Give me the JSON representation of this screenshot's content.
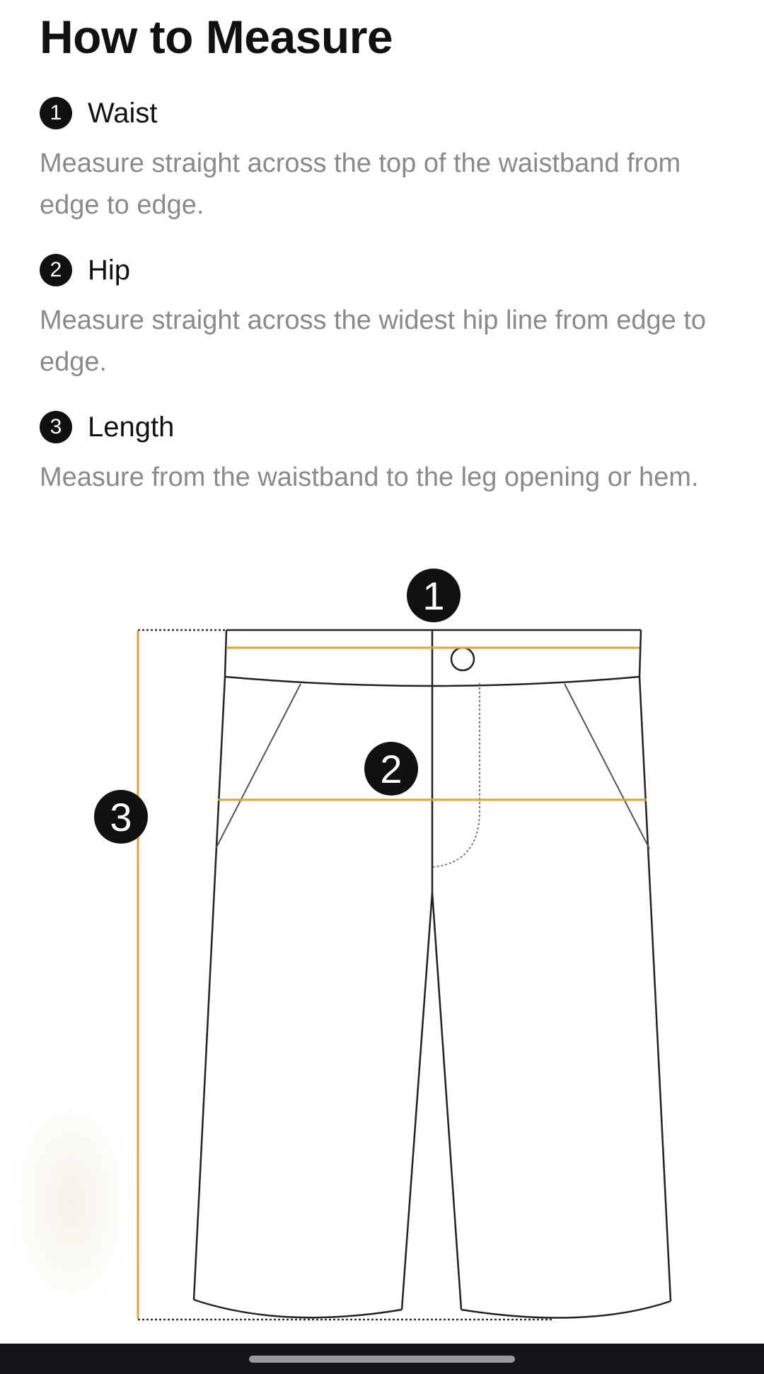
{
  "page": {
    "title": "How to Measure"
  },
  "steps": [
    {
      "number": "1",
      "title": "Waist",
      "description": "Measure straight across the top of the waistband from edge to edge."
    },
    {
      "number": "2",
      "title": "Hip",
      "description": "Measure straight across the widest hip line from edge to edge."
    },
    {
      "number": "3",
      "title": "Length",
      "description": "Measure from the waistband to the leg opening or hem."
    }
  ],
  "diagram": {
    "badges": {
      "waist": "1",
      "hip": "2",
      "length": "3"
    },
    "colors": {
      "measure_line": "#e0a040",
      "outline": "#222222",
      "badge": "#111111"
    }
  },
  "system": {
    "nav_bar_color": "#14141a"
  }
}
